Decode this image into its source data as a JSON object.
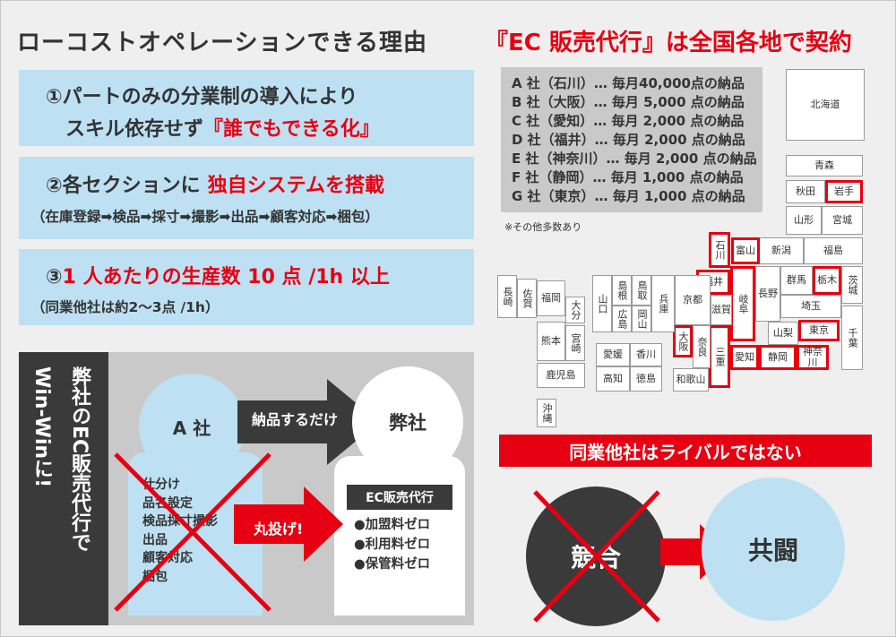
{
  "left": {
    "title": "ローコストオペレーションできる理由",
    "points": [
      {
        "line1": "①パートのみの分業制の導入により",
        "line2_prefix": "スキル依存せず",
        "line2_red": "『誰でもできる化』"
      },
      {
        "line1_prefix": "②各セクションに",
        "line1_red": "独自システムを搭載",
        "line2": "（在庫登録➡検品➡採寸➡撮影➡出品➡顧客対応➡梱包）"
      },
      {
        "line1_num": "③",
        "line1_red": "1 人あたりの生産数 10 点 /1h 以上",
        "line2": "（同業他社は約2〜3点 /1h）"
      }
    ]
  },
  "diagram": {
    "vertical_left": "弊社のEC販売代行で",
    "vertical_right": "Win-Winに!",
    "company_a": "A 社",
    "delivery_label": "納品するだけ",
    "our_company": "弊社",
    "tasks": [
      "仕分け",
      "品名設定",
      "検品採寸撮影",
      "出品",
      "顧客対応",
      "梱包"
    ],
    "marunage": "丸投げ!",
    "service_title": "EC販売代行",
    "service_items": [
      "●加盟料ゼロ",
      "●利用料ゼロ",
      "●保管料ゼロ"
    ]
  },
  "right": {
    "title": "『EC 販売代行』は全国各地で契約",
    "contracts": [
      "A 社（石川）… 毎月40,000点の納品",
      "B 社（大阪）… 毎月 5,000 点の納品",
      "C 社（愛知）… 毎月 2,000 点の納品",
      "D 社（福井）… 毎月 2,000 点の納品",
      "E 社（神奈川）… 毎月 2,000 点の納品",
      "F 社（静岡）… 毎月 1,000 点の納品",
      "G 社（東京）… 毎月 1,000 点の納品"
    ],
    "note": "※その他多数あり",
    "prefectures": {
      "hokkaido": "北海道",
      "aomori": "青森",
      "akita": "秋田",
      "iwate": "岩手",
      "yamagata": "山形",
      "miyagi": "宮城",
      "niigata": "新潟",
      "fukushima": "福島",
      "ishikawa": "石川",
      "toyama": "富山",
      "fukui": "福井",
      "gifu": "岐阜",
      "nagano": "長野",
      "gunma": "群馬",
      "tochigi": "栃木",
      "ibaraki": "茨城",
      "saitama": "埼玉",
      "yamanashi": "山梨",
      "tokyo": "東京",
      "chiba": "千葉",
      "kanagawa": "神奈川",
      "shizuoka": "静岡",
      "aichi": "愛知",
      "mie": "三重",
      "shiga": "滋賀",
      "kyoto": "京都",
      "osaka": "大阪",
      "nara": "奈良",
      "wakayama": "和歌山",
      "hyogo": "兵庫",
      "tottori": "鳥取",
      "okayama": "岡山",
      "shimane": "島根",
      "hiroshima": "広島",
      "yamaguchi": "山口",
      "ehime": "愛媛",
      "kagawa": "香川",
      "kochi": "高知",
      "tokushima": "徳島",
      "fukuoka": "福岡",
      "saga": "佐賀",
      "nagasaki": "長崎",
      "oita": "大分",
      "kumamoto": "熊本",
      "miyazaki": "宮崎",
      "kagoshima": "鹿児島",
      "okinawa": "沖縄"
    },
    "banner": "同業他社はライバルではない",
    "competition": "競合",
    "co_struggle": "共闘"
  },
  "colors": {
    "accent_red": "#e60012",
    "light_blue": "#bde1f3",
    "dark_gray": "#3a3a3a",
    "panel_gray": "#c9c9c9"
  }
}
